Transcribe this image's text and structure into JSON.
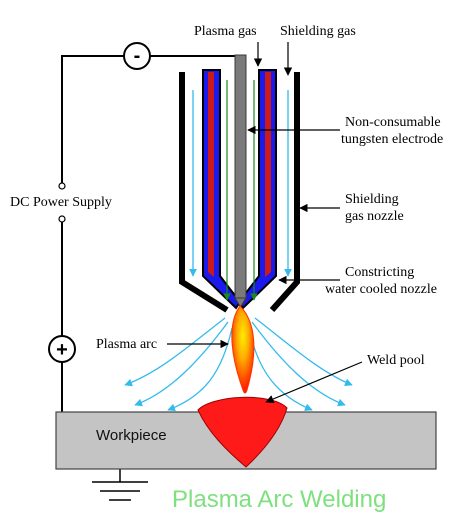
{
  "labels": {
    "plasma_gas": "Plasma gas",
    "shielding_gas": "Shielding gas",
    "electrode_line1": "Non-consumable",
    "electrode_line2": "tungsten electrode",
    "nozzle_line1": "Shielding",
    "nozzle_line2": "gas nozzle",
    "constricting_line1": "Constricting",
    "constricting_line2": "water cooled nozzle",
    "power_supply": "DC Power Supply",
    "plasma_arc": "Plasma arc",
    "weld_pool": "Weld pool",
    "workpiece": "Workpiece",
    "negative_symbol": "-",
    "positive_symbol": "+"
  },
  "title": "Plasma Arc Welding",
  "colors": {
    "title": "#7fe07f",
    "gas_flow": "#33bbee",
    "weld_pool": "#ff1a1a",
    "workpiece": "#c4c4c4",
    "electrode": "#7a7a7a",
    "inner_nozzle_blue": "#1a1aee",
    "inner_nozzle_red": "#cc1a1a",
    "arc_core": "#ffdd00",
    "arc_outer": "#ff3300"
  }
}
